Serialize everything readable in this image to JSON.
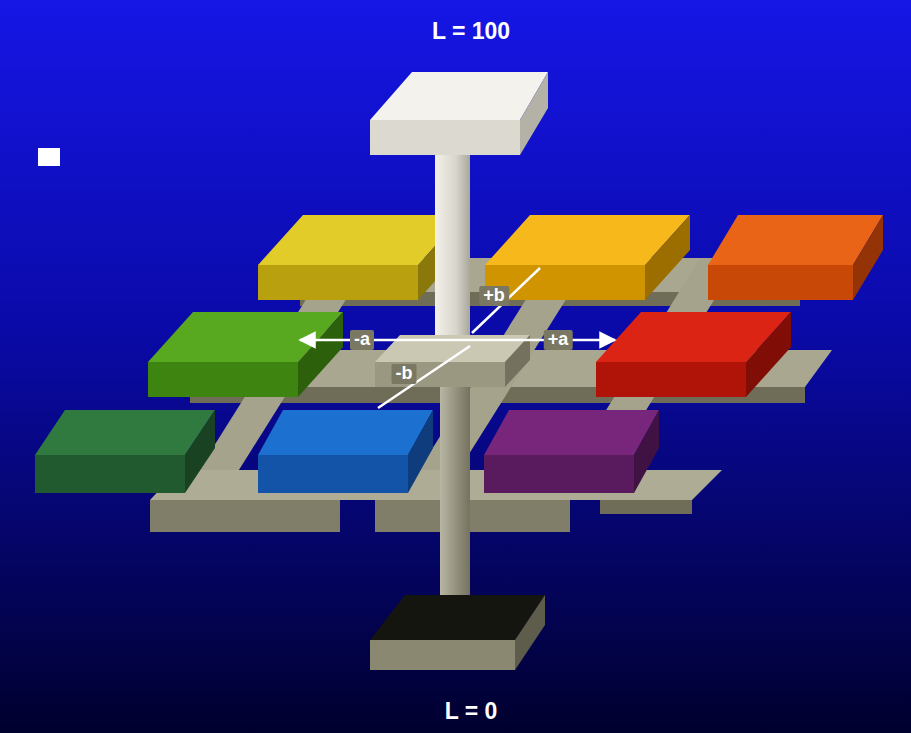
{
  "diagram": {
    "labels": [
      "L = 100",
      "+b",
      "-a",
      "+a",
      "-b",
      "L = 0"
    ]
  }
}
